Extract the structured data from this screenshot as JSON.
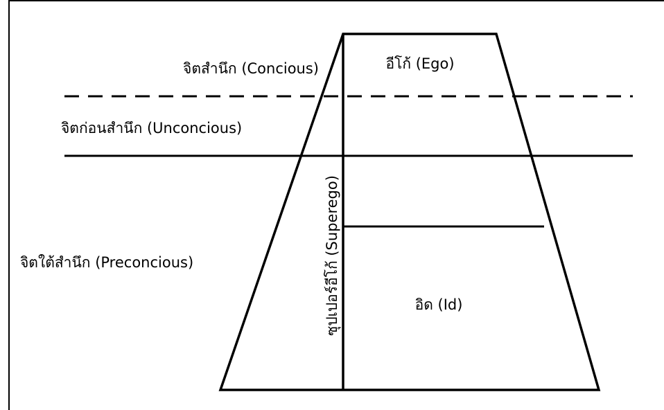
{
  "diagram": {
    "levels": {
      "conscious": "จิตสำนึก (Concious)",
      "unconscious": "จิตก่อนสำนึก (Unconcious)",
      "preconscious": "จิตใต้สำนึก (Preconcious)"
    },
    "structures": {
      "ego": "อีโก้ (Ego)",
      "superego": "ซุปเปอร์อีโก้ (Superego)",
      "id": "อิด (Id)"
    }
  }
}
